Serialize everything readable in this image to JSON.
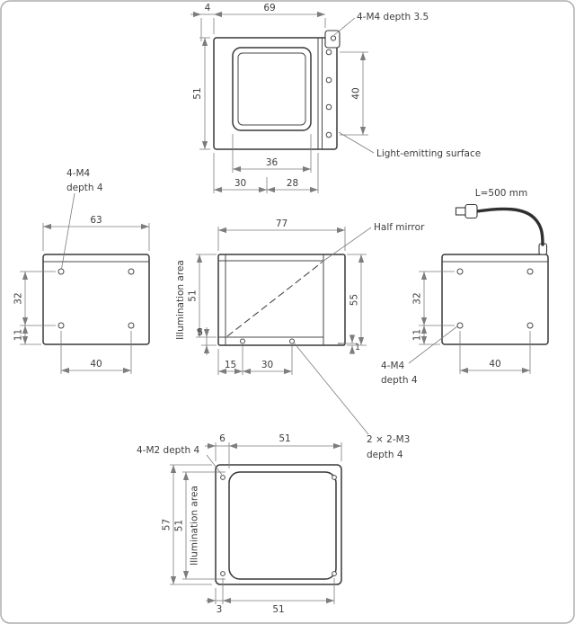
{
  "views": {
    "top": {
      "dim_offset": "4",
      "dim_width": "69",
      "dim_height": "51",
      "dim_emit_height": "40",
      "dim_window_width": "36",
      "dim_body_left": "30",
      "dim_body_right": "28",
      "label_holes": "4-M4 depth 3.5",
      "label_surface": "Light-emitting surface"
    },
    "left": {
      "dim_width": "63",
      "dim_holes_span_v": "32",
      "dim_holes_bottom": "11",
      "dim_holes_span_h": "40",
      "label_holes_1": "4-M4",
      "label_holes_2": "depth 4"
    },
    "front": {
      "dim_width": "77",
      "dim_height": "55",
      "dim_illum": "51",
      "label_illum": "Illumination area",
      "dim_gap": "5",
      "dim_edge": "1",
      "dim_hole_offset": "15",
      "dim_hole_span": "30",
      "label_mirror": "Half mirror",
      "label_holes_1": "2 × 2-M3",
      "label_holes_2": "depth 4"
    },
    "right": {
      "label_cable": "L=500 mm",
      "dim_holes_span_v": "32",
      "dim_holes_bottom": "11",
      "dim_holes_span_h": "40",
      "label_holes_1": "4-M4",
      "label_holes_2": "depth 4"
    },
    "bottom": {
      "dim_offset_top": "6",
      "dim_width_top": "51",
      "dim_height": "57",
      "dim_illum": "51",
      "label_illum": "Illumination area",
      "dim_offset_bottom": "3",
      "dim_width_bottom": "51",
      "label_holes": "4-M2 depth 4"
    }
  }
}
